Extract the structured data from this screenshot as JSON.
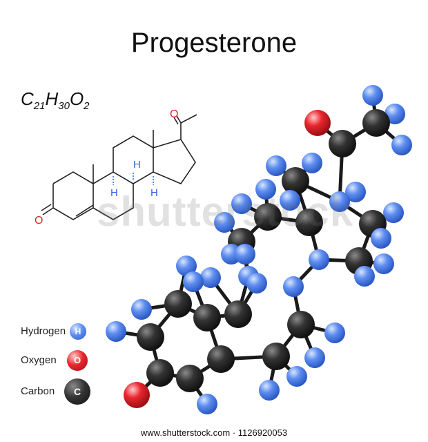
{
  "title": "Progesterone",
  "formula": {
    "c": "C",
    "c_sub": "21",
    "h": "H",
    "h_sub": "30",
    "o": "O",
    "o_sub": "2"
  },
  "skeletal": {
    "oxygen_label": "O",
    "hydrogen_label": "H"
  },
  "legend": [
    {
      "label": "Hydrogen",
      "symbol": "H",
      "color": "#5f8ef0"
    },
    {
      "label": "Oxygen",
      "symbol": "O",
      "color": "#e8262e"
    },
    {
      "label": "Carbon",
      "symbol": "C",
      "color": "#2b2b2b"
    }
  ],
  "watermark": "shutterstock",
  "footer": "www.shutterstock.com · 1126920053",
  "colors": {
    "hydrogen": "#5f8ef0",
    "oxygen": "#e8262e",
    "carbon": "#2b2b2b",
    "skeletal_oxygen": "#d8282e",
    "stereo_h": "#2f66d8"
  }
}
